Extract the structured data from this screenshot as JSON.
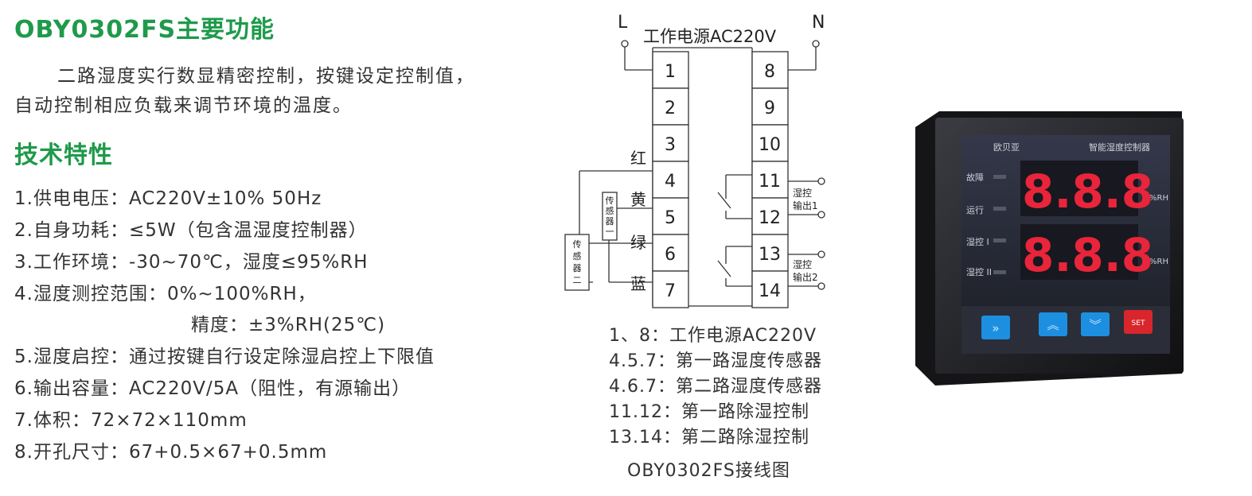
{
  "title_features": "OBY0302FS主要功能",
  "desc_line1": "二路湿度实行数显精密控制，按键设定控制值，",
  "desc_line2": "自动控制相应负载来调节环境的温度。",
  "title_specs": "技术特性",
  "specs": [
    "1.供电电压：AC220V±10%  50Hz",
    "2.自身功耗：≤5W（包含温湿度控制器）",
    "3.工作环境：-30~70℃，湿度≤95%RH",
    "4.湿度测控范围：0%~100%RH，",
    "精度：±3%RH(25℃)",
    "5.湿度启控：通过按键自行设定除湿启控上下限值",
    "6.输出容量：AC220V/5A（阻性，有源输出）",
    "7.体积：72×72×110mm",
    "8.开孔尺寸：67+0.5×67+0.5mm"
  ],
  "diagram": {
    "label_L": "L",
    "label_N": "N",
    "power_label": "工作电源AC220V",
    "left_terminals": [
      "1",
      "2",
      "3",
      "4",
      "5",
      "6",
      "7"
    ],
    "right_terminals": [
      "8",
      "9",
      "10",
      "11",
      "12",
      "13",
      "14"
    ],
    "wire_colors": [
      "红",
      "黄",
      "绿",
      "蓝"
    ],
    "sensor1": [
      "传",
      "感",
      "器",
      "一"
    ],
    "sensor2": [
      "传",
      "感",
      "器",
      "二"
    ],
    "out1": [
      "湿控",
      "输出1"
    ],
    "out2": [
      "湿控",
      "输出2"
    ]
  },
  "legend": [
    "1、8：工作电源AC220V",
    "4.5.7：第一路湿度传感器",
    "4.6.7：第二路湿度传感器",
    "11.12：第一路除湿控制",
    "13.14：第二路除湿控制"
  ],
  "diagram_caption": "OBY0302FS接线图",
  "device": {
    "brand": "欧贝亚",
    "product": "智能湿度控制器",
    "indicators": [
      "故障",
      "运行",
      "湿控 I",
      "湿控 II"
    ],
    "display_top": "8.8.8",
    "display_bottom": "8.8.8",
    "unit": "%RH",
    "buttons": [
      "»",
      "︽",
      "︾",
      "SET"
    ],
    "colors": {
      "frame": "#1c1c1e",
      "panel": "#2a2d36",
      "digits": "#e8253a",
      "keys": "#1d8fe0",
      "set": "#d8262c"
    }
  }
}
